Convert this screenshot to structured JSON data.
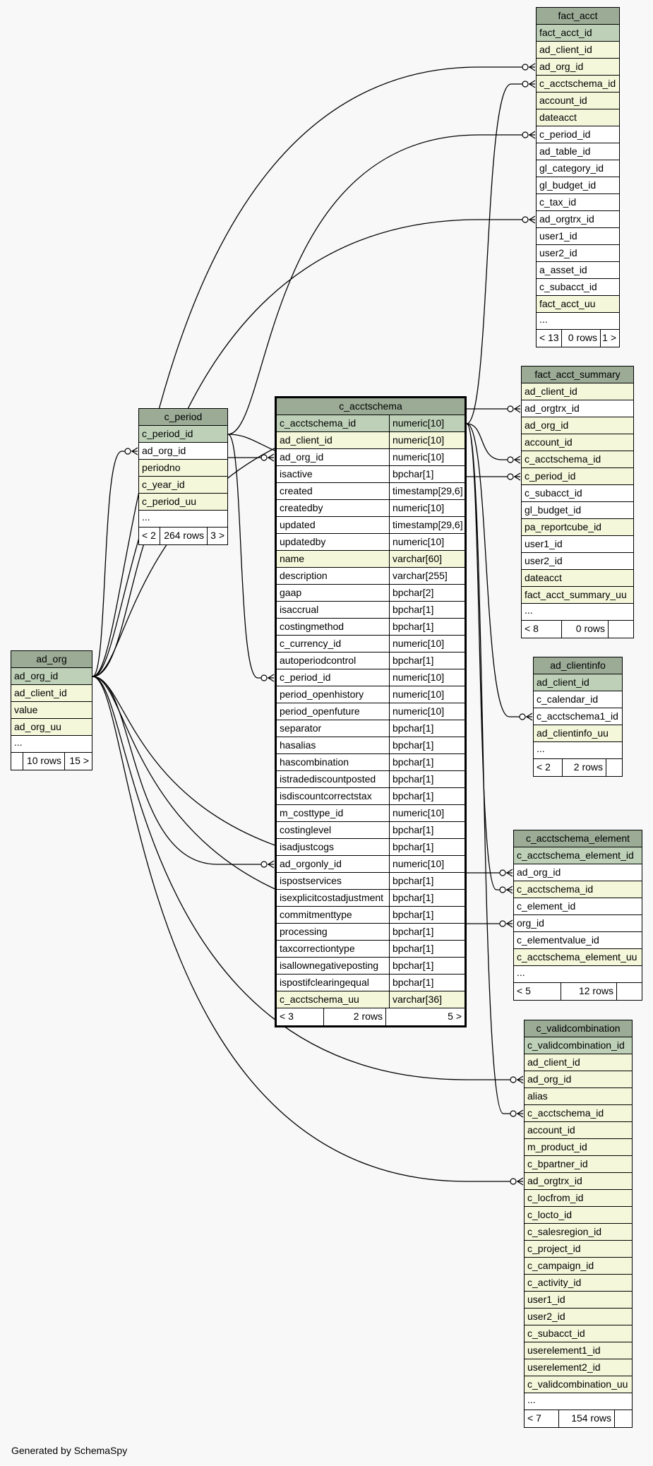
{
  "credit": "Generated by SchemaSpy",
  "tables": [
    {
      "key": "fact_acct",
      "name": "fact_acct",
      "columns": [
        {
          "name": "fact_acct_id",
          "kind": "pk"
        },
        {
          "name": "ad_client_id",
          "kind": "fk"
        },
        {
          "name": "ad_org_id",
          "kind": "fk"
        },
        {
          "name": "c_acctschema_id",
          "kind": "fk"
        },
        {
          "name": "account_id",
          "kind": "fk"
        },
        {
          "name": "dateacct",
          "kind": "fk"
        },
        {
          "name": "c_period_id",
          "kind": "plain"
        },
        {
          "name": "ad_table_id",
          "kind": "plain"
        },
        {
          "name": "gl_category_id",
          "kind": "plain"
        },
        {
          "name": "gl_budget_id",
          "kind": "plain"
        },
        {
          "name": "c_tax_id",
          "kind": "plain"
        },
        {
          "name": "ad_orgtrx_id",
          "kind": "plain"
        },
        {
          "name": "user1_id",
          "kind": "plain"
        },
        {
          "name": "user2_id",
          "kind": "plain"
        },
        {
          "name": "a_asset_id",
          "kind": "plain"
        },
        {
          "name": "c_subacct_id",
          "kind": "plain"
        },
        {
          "name": "fact_acct_uu",
          "kind": "fk"
        },
        {
          "name": "...",
          "kind": "plain"
        }
      ],
      "footer": {
        "left": "< 13",
        "middle": "0 rows",
        "right": "1 >"
      }
    },
    {
      "key": "fact_acct_summary",
      "name": "fact_acct_summary",
      "columns": [
        {
          "name": "ad_client_id",
          "kind": "fk"
        },
        {
          "name": "ad_orgtrx_id",
          "kind": "plain"
        },
        {
          "name": "ad_org_id",
          "kind": "fk"
        },
        {
          "name": "account_id",
          "kind": "fk"
        },
        {
          "name": "c_acctschema_id",
          "kind": "fk"
        },
        {
          "name": "c_period_id",
          "kind": "fk"
        },
        {
          "name": "c_subacct_id",
          "kind": "plain"
        },
        {
          "name": "gl_budget_id",
          "kind": "plain"
        },
        {
          "name": "pa_reportcube_id",
          "kind": "fk"
        },
        {
          "name": "user1_id",
          "kind": "plain"
        },
        {
          "name": "user2_id",
          "kind": "plain"
        },
        {
          "name": "dateacct",
          "kind": "fk"
        },
        {
          "name": "fact_acct_summary_uu",
          "kind": "fk"
        },
        {
          "name": "...",
          "kind": "plain"
        }
      ],
      "footer": {
        "left": "< 8",
        "middle": "0 rows",
        "right": ""
      }
    },
    {
      "key": "ad_clientinfo",
      "name": "ad_clientinfo",
      "columns": [
        {
          "name": "ad_client_id",
          "kind": "pk"
        },
        {
          "name": "c_calendar_id",
          "kind": "plain"
        },
        {
          "name": "c_acctschema1_id",
          "kind": "plain"
        },
        {
          "name": "ad_clientinfo_uu",
          "kind": "fk"
        },
        {
          "name": "...",
          "kind": "plain"
        }
      ],
      "footer": {
        "left": "< 2",
        "middle": "2 rows",
        "right": ""
      }
    },
    {
      "key": "c_acctschema_element",
      "name": "c_acctschema_element",
      "columns": [
        {
          "name": "c_acctschema_element_id",
          "kind": "pk"
        },
        {
          "name": "ad_org_id",
          "kind": "plain"
        },
        {
          "name": "c_acctschema_id",
          "kind": "fk"
        },
        {
          "name": "c_element_id",
          "kind": "plain"
        },
        {
          "name": "org_id",
          "kind": "plain"
        },
        {
          "name": "c_elementvalue_id",
          "kind": "plain"
        },
        {
          "name": "c_acctschema_element_uu",
          "kind": "fk"
        },
        {
          "name": "...",
          "kind": "plain"
        }
      ],
      "footer": {
        "left": "< 5",
        "middle": "12 rows",
        "right": ""
      }
    },
    {
      "key": "c_validcombination",
      "name": "c_validcombination",
      "columns": [
        {
          "name": "c_validcombination_id",
          "kind": "pk"
        },
        {
          "name": "ad_client_id",
          "kind": "fk"
        },
        {
          "name": "ad_org_id",
          "kind": "fk"
        },
        {
          "name": "alias",
          "kind": "fk"
        },
        {
          "name": "c_acctschema_id",
          "kind": "fk"
        },
        {
          "name": "account_id",
          "kind": "fk"
        },
        {
          "name": "m_product_id",
          "kind": "fk"
        },
        {
          "name": "c_bpartner_id",
          "kind": "fk"
        },
        {
          "name": "ad_orgtrx_id",
          "kind": "fk"
        },
        {
          "name": "c_locfrom_id",
          "kind": "fk"
        },
        {
          "name": "c_locto_id",
          "kind": "fk"
        },
        {
          "name": "c_salesregion_id",
          "kind": "fk"
        },
        {
          "name": "c_project_id",
          "kind": "fk"
        },
        {
          "name": "c_campaign_id",
          "kind": "fk"
        },
        {
          "name": "c_activity_id",
          "kind": "fk"
        },
        {
          "name": "user1_id",
          "kind": "fk"
        },
        {
          "name": "user2_id",
          "kind": "fk"
        },
        {
          "name": "c_subacct_id",
          "kind": "fk"
        },
        {
          "name": "userelement1_id",
          "kind": "fk"
        },
        {
          "name": "userelement2_id",
          "kind": "fk"
        },
        {
          "name": "c_validcombination_uu",
          "kind": "fk"
        },
        {
          "name": "...",
          "kind": "plain"
        }
      ],
      "footer": {
        "left": "< 7",
        "middle": "154 rows",
        "right": ""
      }
    },
    {
      "key": "c_period",
      "name": "c_period",
      "columns": [
        {
          "name": "c_period_id",
          "kind": "pk"
        },
        {
          "name": "ad_org_id",
          "kind": "plain"
        },
        {
          "name": "periodno",
          "kind": "fk"
        },
        {
          "name": "c_year_id",
          "kind": "fk"
        },
        {
          "name": "c_period_uu",
          "kind": "fk"
        },
        {
          "name": "...",
          "kind": "plain"
        }
      ],
      "footer": {
        "left": "< 2",
        "middle": "264 rows",
        "right": "3 >"
      }
    },
    {
      "key": "ad_org",
      "name": "ad_org",
      "columns": [
        {
          "name": "ad_org_id",
          "kind": "pk"
        },
        {
          "name": "ad_client_id",
          "kind": "fk"
        },
        {
          "name": "value",
          "kind": "fk"
        },
        {
          "name": "ad_org_uu",
          "kind": "fk"
        },
        {
          "name": "...",
          "kind": "plain"
        }
      ],
      "footer": {
        "left": "",
        "middle": "10 rows",
        "right": "15 >"
      }
    },
    {
      "key": "c_acctschema",
      "name": "c_acctschema",
      "columns": [
        {
          "name": "c_acctschema_id",
          "type": "numeric[10]",
          "kind": "pk"
        },
        {
          "name": "ad_client_id",
          "type": "numeric[10]",
          "kind": "fk"
        },
        {
          "name": "ad_org_id",
          "type": "numeric[10]",
          "kind": "plain"
        },
        {
          "name": "isactive",
          "type": "bpchar[1]",
          "kind": "plain"
        },
        {
          "name": "created",
          "type": "timestamp[29,6]",
          "kind": "plain"
        },
        {
          "name": "createdby",
          "type": "numeric[10]",
          "kind": "plain"
        },
        {
          "name": "updated",
          "type": "timestamp[29,6]",
          "kind": "plain"
        },
        {
          "name": "updatedby",
          "type": "numeric[10]",
          "kind": "plain"
        },
        {
          "name": "name",
          "type": "varchar[60]",
          "kind": "fk"
        },
        {
          "name": "description",
          "type": "varchar[255]",
          "kind": "plain"
        },
        {
          "name": "gaap",
          "type": "bpchar[2]",
          "kind": "plain"
        },
        {
          "name": "isaccrual",
          "type": "bpchar[1]",
          "kind": "plain"
        },
        {
          "name": "costingmethod",
          "type": "bpchar[1]",
          "kind": "plain"
        },
        {
          "name": "c_currency_id",
          "type": "numeric[10]",
          "kind": "plain"
        },
        {
          "name": "autoperiodcontrol",
          "type": "bpchar[1]",
          "kind": "plain"
        },
        {
          "name": "c_period_id",
          "type": "numeric[10]",
          "kind": "plain"
        },
        {
          "name": "period_openhistory",
          "type": "numeric[10]",
          "kind": "plain"
        },
        {
          "name": "period_openfuture",
          "type": "numeric[10]",
          "kind": "plain"
        },
        {
          "name": "separator",
          "type": "bpchar[1]",
          "kind": "plain"
        },
        {
          "name": "hasalias",
          "type": "bpchar[1]",
          "kind": "plain"
        },
        {
          "name": "hascombination",
          "type": "bpchar[1]",
          "kind": "plain"
        },
        {
          "name": "istradediscountposted",
          "type": "bpchar[1]",
          "kind": "plain"
        },
        {
          "name": "isdiscountcorrectstax",
          "type": "bpchar[1]",
          "kind": "plain"
        },
        {
          "name": "m_costtype_id",
          "type": "numeric[10]",
          "kind": "plain"
        },
        {
          "name": "costinglevel",
          "type": "bpchar[1]",
          "kind": "plain"
        },
        {
          "name": "isadjustcogs",
          "type": "bpchar[1]",
          "kind": "plain"
        },
        {
          "name": "ad_orgonly_id",
          "type": "numeric[10]",
          "kind": "plain"
        },
        {
          "name": "ispostservices",
          "type": "bpchar[1]",
          "kind": "plain"
        },
        {
          "name": "isexplicitcostadjustment",
          "type": "bpchar[1]",
          "kind": "plain"
        },
        {
          "name": "commitmenttype",
          "type": "bpchar[1]",
          "kind": "plain"
        },
        {
          "name": "processing",
          "type": "bpchar[1]",
          "kind": "plain"
        },
        {
          "name": "taxcorrectiontype",
          "type": "bpchar[1]",
          "kind": "plain"
        },
        {
          "name": "isallownegativeposting",
          "type": "bpchar[1]",
          "kind": "plain"
        },
        {
          "name": "ispostifclearingequal",
          "type": "bpchar[1]",
          "kind": "plain"
        },
        {
          "name": "c_acctschema_uu",
          "type": "varchar[36]",
          "kind": "fk"
        }
      ],
      "footer": {
        "left": "< 3",
        "middle": "2 rows",
        "right": "5 >"
      }
    }
  ]
}
